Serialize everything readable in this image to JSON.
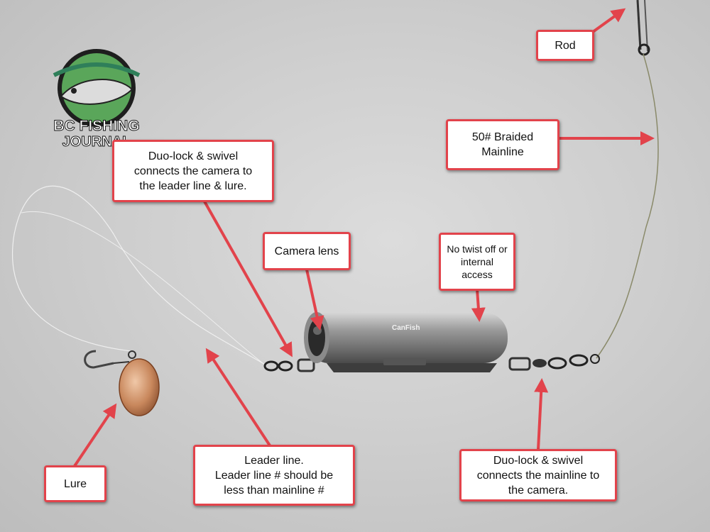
{
  "logo": {
    "text_line1": "BC FISHING",
    "text_line2": "JOURNAL"
  },
  "camera": {
    "brand": "CanFish"
  },
  "colors": {
    "callout_border": "#e2434b",
    "arrow": "#e2434b",
    "background": "#d3d3d3"
  },
  "callouts": {
    "rod": "Rod",
    "braided_mainline": [
      "50# Braided",
      "Mainline"
    ],
    "duo_lock_top": [
      "Duo-lock & swivel",
      "connects the camera to",
      "the leader line & lure."
    ],
    "camera_lens": "Camera lens",
    "no_twist": [
      "No twist off or",
      "internal",
      "access"
    ],
    "lure": "Lure",
    "leader_line": [
      "Leader line.",
      "Leader line # should be",
      "less than mainline #"
    ],
    "duo_lock_bottom": [
      "Duo-lock & swivel",
      "connects the mainline to",
      "the camera."
    ]
  }
}
